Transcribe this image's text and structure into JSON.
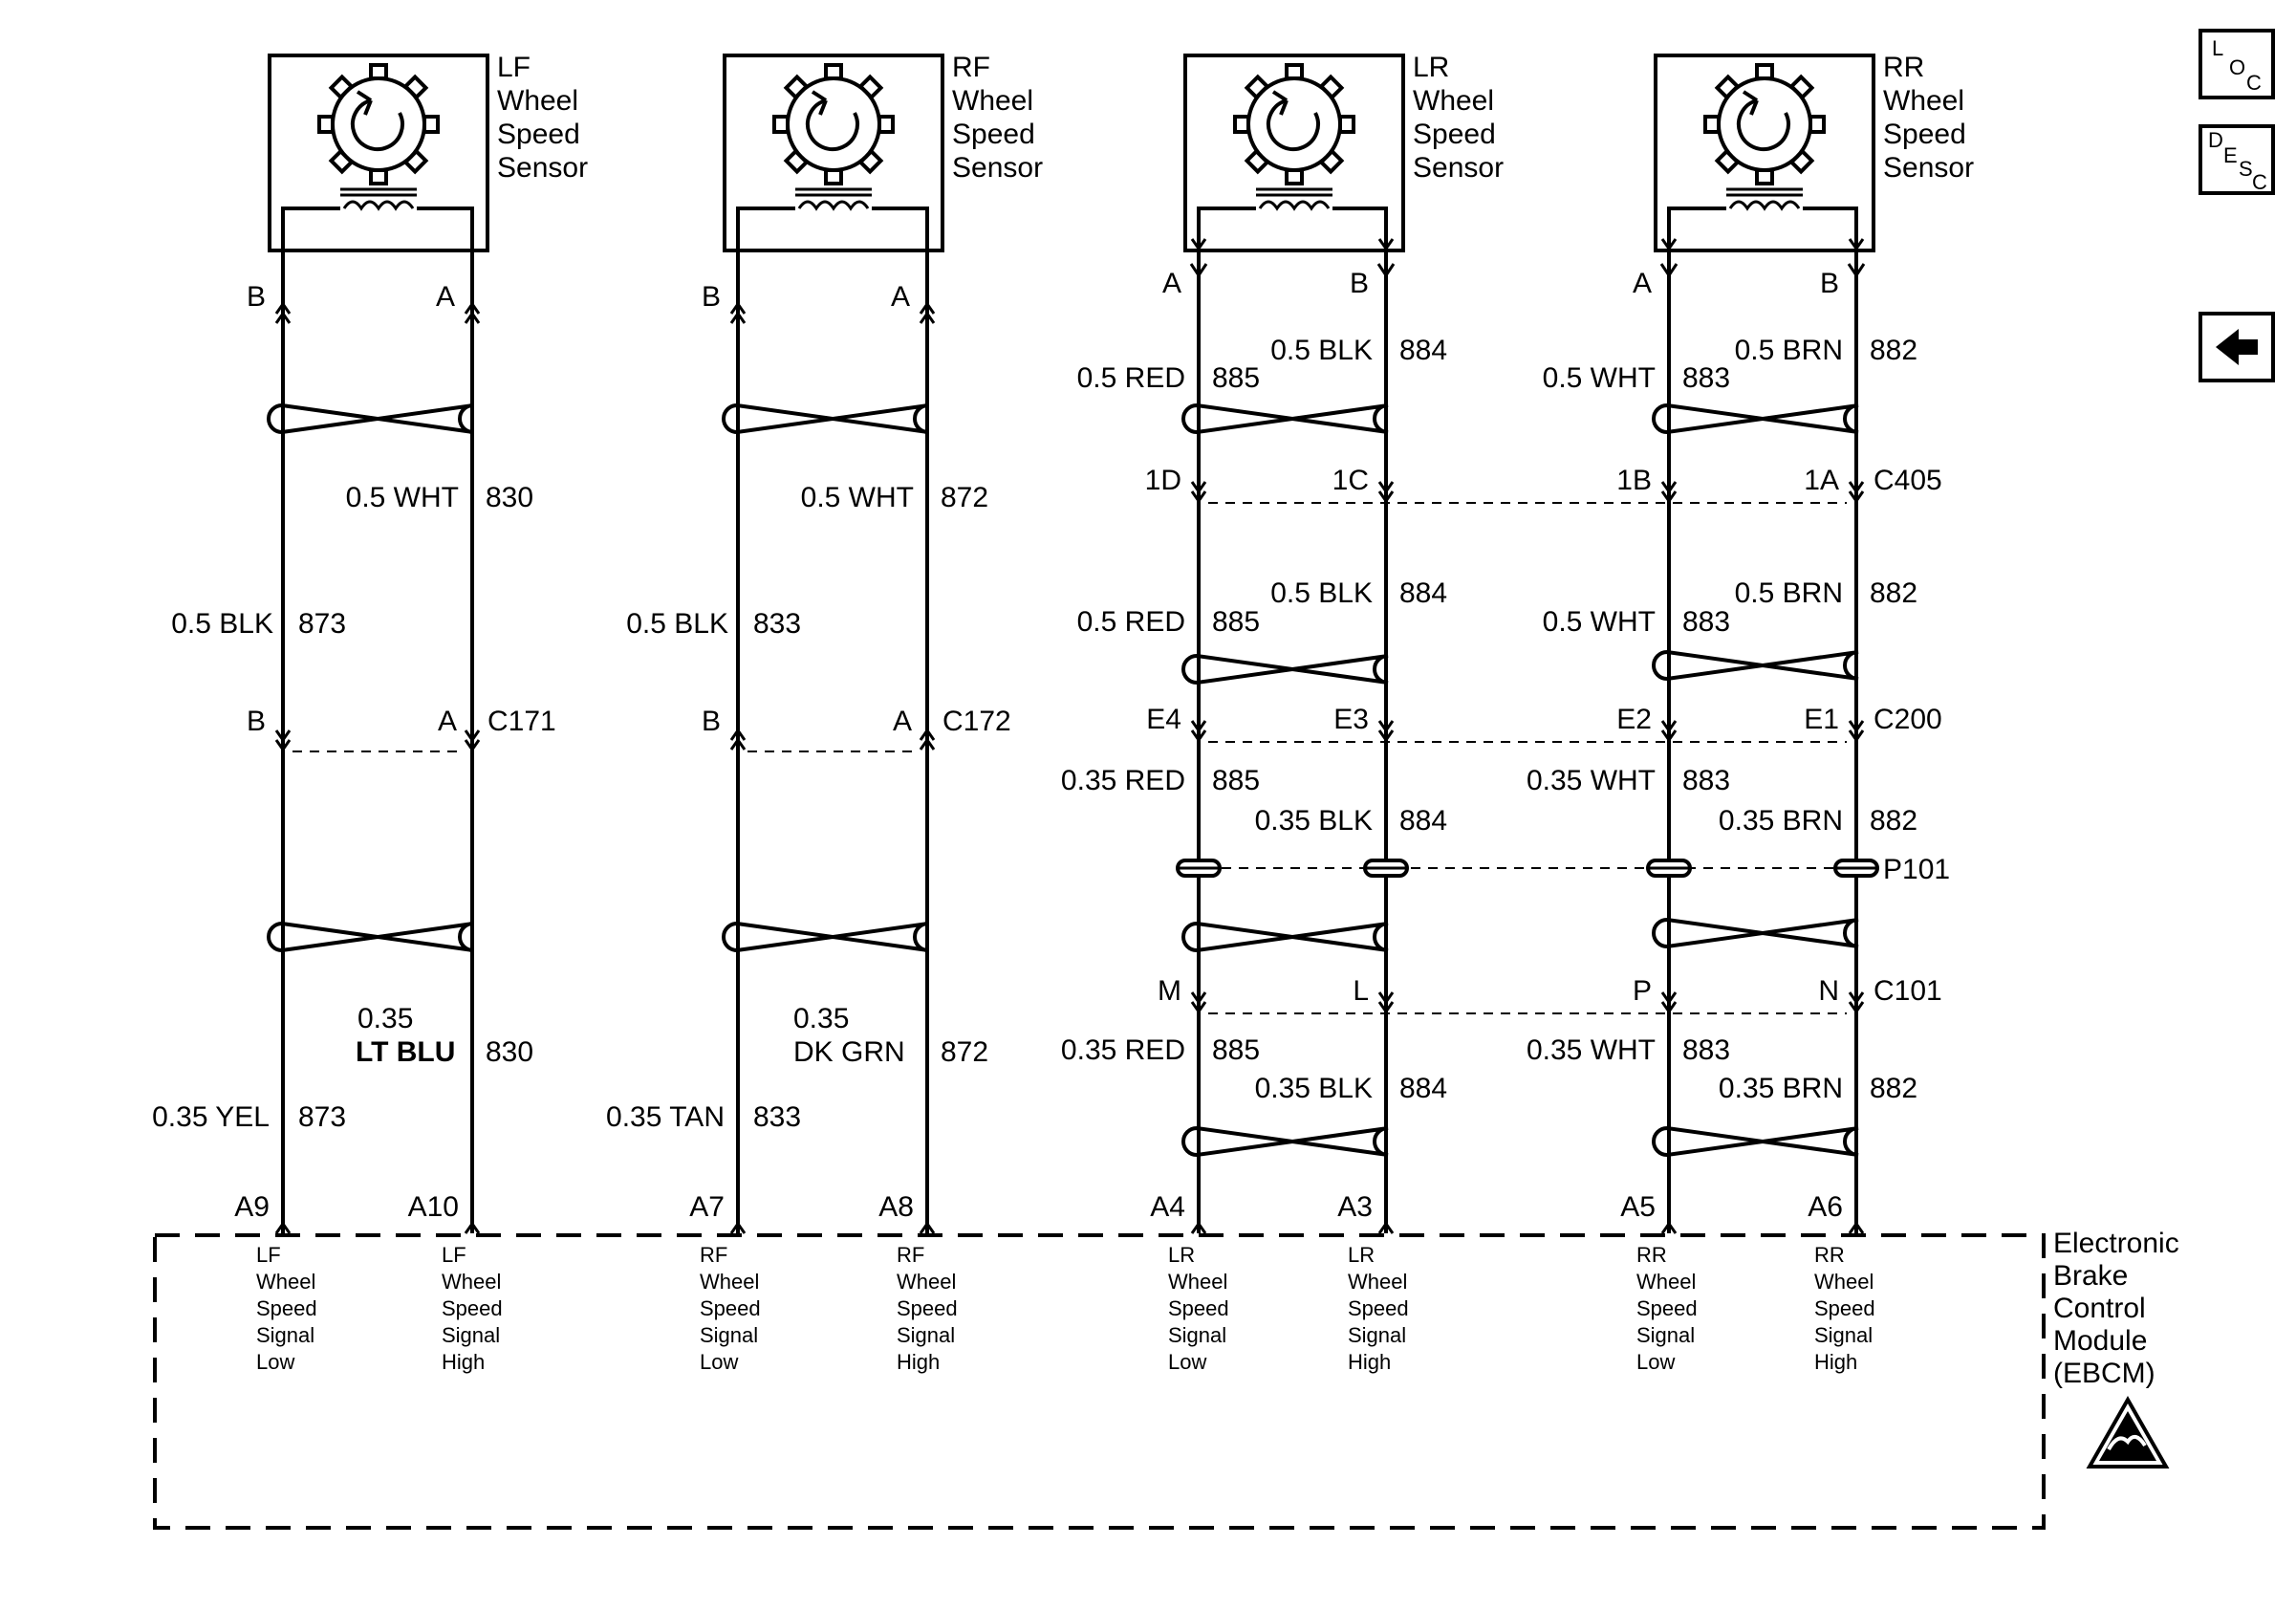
{
  "sensors": [
    {
      "id": "lf",
      "name": [
        "LF",
        "Wheel",
        "Speed",
        "Sensor"
      ]
    },
    {
      "id": "rf",
      "name": [
        "RF",
        "Wheel",
        "Speed",
        "Sensor"
      ]
    },
    {
      "id": "lr",
      "name": [
        "LR",
        "Wheel",
        "Speed",
        "Sensor"
      ]
    },
    {
      "id": "rr",
      "name": [
        "RR",
        "Wheel",
        "Speed",
        "Sensor"
      ]
    }
  ],
  "pins_top": {
    "lf": [
      "B",
      "A"
    ],
    "rf": [
      "B",
      "A"
    ],
    "lr": [
      "A",
      "B"
    ],
    "rr": [
      "A",
      "B"
    ]
  },
  "wires": {
    "lf_upper_right": [
      "0.5 WHT",
      "830"
    ],
    "lf_upper_left": [
      "0.5 BLK",
      "873"
    ],
    "rf_upper_right": [
      "0.5 WHT",
      "872"
    ],
    "rf_upper_left": [
      "0.5 BLK",
      "833"
    ],
    "lf_lower_right": [
      "0.35",
      "LT BLU",
      "830"
    ],
    "lf_lower_left": [
      "0.35 YEL",
      "873"
    ],
    "rf_lower_right": [
      "0.35",
      "DK GRN",
      "872"
    ],
    "rf_lower_left": [
      "0.35 TAN",
      "833"
    ],
    "lr_a1": [
      "0.5 RED",
      "885"
    ],
    "lr_b1": [
      "0.5 BLK",
      "884"
    ],
    "rr_a1": [
      "0.5 WHT",
      "883"
    ],
    "rr_b1": [
      "0.5 BRN",
      "882"
    ],
    "lr_a2": [
      "0.5 RED",
      "885"
    ],
    "lr_b2": [
      "0.5 BLK",
      "884"
    ],
    "rr_a2": [
      "0.5 WHT",
      "883"
    ],
    "rr_b2": [
      "0.5 BRN",
      "882"
    ],
    "lr_a3": [
      "0.35 RED",
      "885"
    ],
    "lr_b3": [
      "0.35 BLK",
      "884"
    ],
    "rr_a3": [
      "0.35 WHT",
      "883"
    ],
    "rr_b3": [
      "0.35 BRN",
      "882"
    ],
    "lr_a4": [
      "0.35 RED",
      "885"
    ],
    "lr_b4": [
      "0.35 BLK",
      "884"
    ],
    "rr_a4": [
      "0.35 WHT",
      "883"
    ],
    "rr_b4": [
      "0.35 BRN",
      "882"
    ]
  },
  "connectors": {
    "c171": {
      "name": "C171",
      "pins": [
        "B",
        "A"
      ]
    },
    "c172": {
      "name": "C172",
      "pins": [
        "B",
        "A"
      ]
    },
    "c405": {
      "name": "C405",
      "pins": [
        "1D",
        "1C",
        "1B",
        "1A"
      ]
    },
    "c200": {
      "name": "C200",
      "pins": [
        "E4",
        "E3",
        "E2",
        "E1"
      ]
    },
    "p101": {
      "name": "P101"
    },
    "c101": {
      "name": "C101",
      "pins": [
        "M",
        "L",
        "P",
        "N"
      ]
    }
  },
  "ebcm_pins": [
    "A9",
    "A10",
    "A7",
    "A8",
    "A4",
    "A3",
    "A5",
    "A6"
  ],
  "ebcm_signals": [
    [
      "LF",
      "Wheel",
      "Speed",
      "Signal",
      "Low"
    ],
    [
      "LF",
      "Wheel",
      "Speed",
      "Signal",
      "High"
    ],
    [
      "RF",
      "Wheel",
      "Speed",
      "Signal",
      "Low"
    ],
    [
      "RF",
      "Wheel",
      "Speed",
      "Signal",
      "High"
    ],
    [
      "LR",
      "Wheel",
      "Speed",
      "Signal",
      "Low"
    ],
    [
      "LR",
      "Wheel",
      "Speed",
      "Signal",
      "High"
    ],
    [
      "RR",
      "Wheel",
      "Speed",
      "Signal",
      "Low"
    ],
    [
      "RR",
      "Wheel",
      "Speed",
      "Signal",
      "High"
    ]
  ],
  "ebcm": {
    "name": [
      "Electronic",
      "Brake",
      "Control",
      "Module",
      "(EBCM)"
    ]
  },
  "nav": {
    "loc": [
      "L",
      "O",
      "C"
    ],
    "desc": [
      "D",
      "E",
      "S",
      "C"
    ],
    "back_icon": "arrow-left-icon"
  },
  "colors": {
    "line": "#000000",
    "background": "#ffffff"
  }
}
